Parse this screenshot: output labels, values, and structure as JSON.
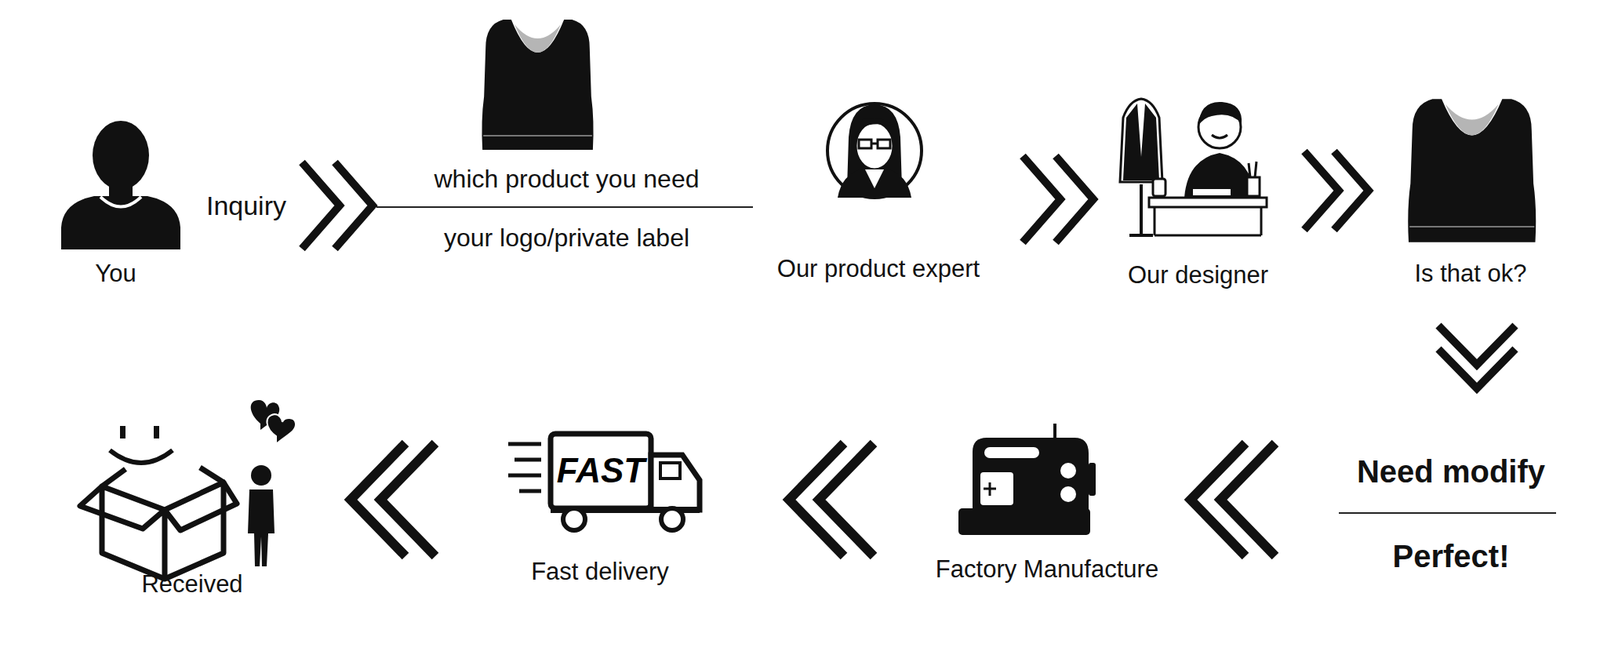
{
  "diagram": {
    "nodes": [
      {
        "text": [
          "You"
        ]
      },
      {
        "text": [
          "which product you need",
          "your logo/private label"
        ]
      },
      {
        "text": [
          "Our product expert"
        ]
      },
      {
        "text": [
          "Our designer"
        ]
      },
      {
        "text": [
          "Is that ok?"
        ]
      },
      {
        "text": [
          "Need modify",
          "Perfect!"
        ]
      },
      {
        "text": [
          "Factory Manufacture"
        ]
      },
      {
        "text": [
          "Fast delivery"
        ]
      },
      {
        "text": [
          "Received"
        ]
      }
    ],
    "edges": [
      {
        "from": 0,
        "to": 1,
        "arrow": "to",
        "label": "Inquiry"
      },
      {
        "from": 2,
        "to": 3,
        "arrow": "to"
      },
      {
        "from": 3,
        "to": 4,
        "arrow": "to"
      },
      {
        "from": 4,
        "to": 5,
        "arrow": "to"
      },
      {
        "from": 5,
        "to": 6,
        "arrow": "to"
      },
      {
        "from": 6,
        "to": 7,
        "arrow": "to"
      },
      {
        "from": 7,
        "to": 8,
        "arrow": "to"
      }
    ],
    "labels": [
      "FAST"
    ]
  }
}
